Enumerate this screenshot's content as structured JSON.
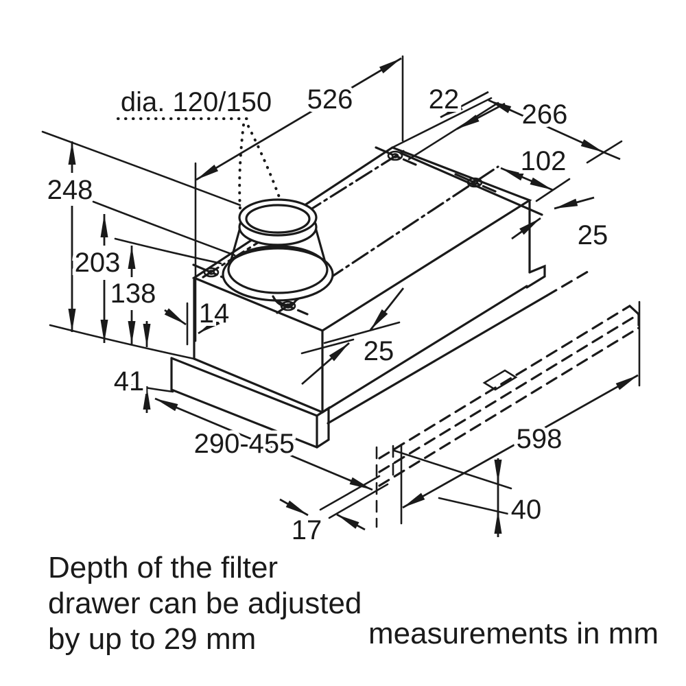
{
  "drawing": {
    "type": "appliance-installation-diagram",
    "subject": "telescopic cooker hood with duct collar and pull-out filter drawer",
    "units": "mm",
    "dims": {
      "diameter": "dia. 120/150",
      "d526": "526",
      "d22": "22",
      "d266": "266",
      "d102": "102",
      "d25_top": "25",
      "d248": "248",
      "d203": "203",
      "d138": "138",
      "d14": "14",
      "d25_mid": "25",
      "d41": "41",
      "d290_455": "290-455",
      "d598": "598",
      "d40": "40",
      "d17": "17"
    },
    "note": {
      "line1": "Depth of the filter",
      "line2": "drawer can be adjusted",
      "line3": "by up to 29 mm"
    },
    "footer": "measurements in mm",
    "colors": {
      "line": "#1a1a1a",
      "background": "#ffffff"
    }
  }
}
